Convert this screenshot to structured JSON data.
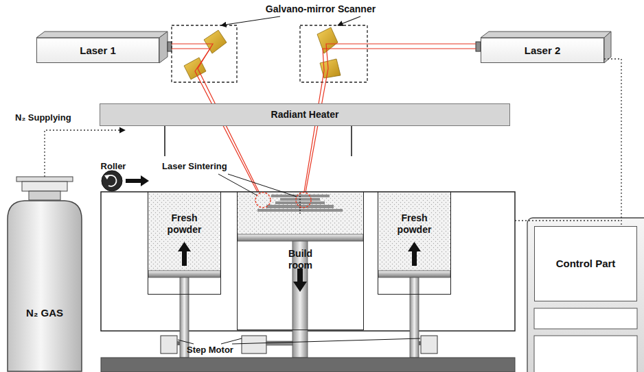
{
  "diagram": {
    "nodes": [
      {
        "text": [
          "Laser 1"
        ]
      },
      {
        "text": [
          "Laser 2"
        ]
      },
      {
        "text": [
          "Radiant Heater"
        ]
      },
      {
        "text": [
          "Fresh powder"
        ]
      },
      {
        "text": [
          "Build room"
        ]
      },
      {
        "text": [
          "Fresh powder"
        ]
      },
      {
        "text": [
          "N₂ GAS"
        ]
      },
      {
        "text": [
          "Control Part"
        ]
      }
    ],
    "edges": [
      {
        "from": 1,
        "to": 7,
        "arrow": "none"
      }
    ],
    "labels": [
      "Galvano-mirror Scanner",
      "N₂ Supplying",
      "Roller",
      "Laser Sintering",
      "Step Motor"
    ]
  }
}
